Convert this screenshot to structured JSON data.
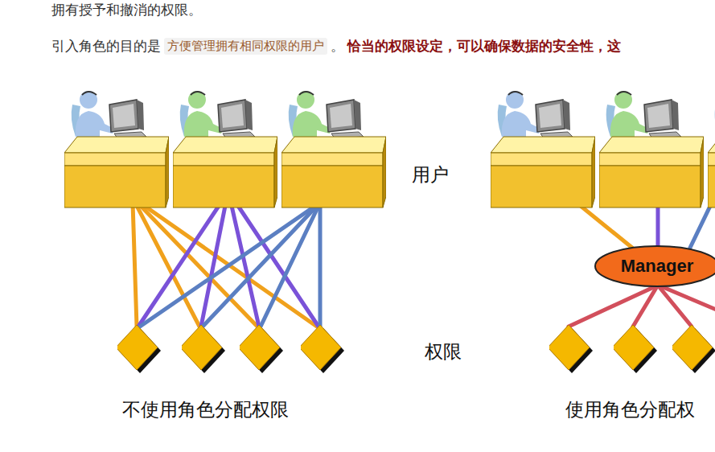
{
  "diagram": {
    "nodes": [
      {
        "text": [
          "Manager"
        ]
      }
    ],
    "labels": [
      "拥有授予和撤消的权限。",
      "引入角色的目的是",
      "方便管理拥有相同权限的用户",
      "。",
      "恰当的权限设定，可以确保数据的安全性，这",
      "用户",
      "权限",
      "不使用角色分配权限",
      "使用角色分配权"
    ]
  }
}
